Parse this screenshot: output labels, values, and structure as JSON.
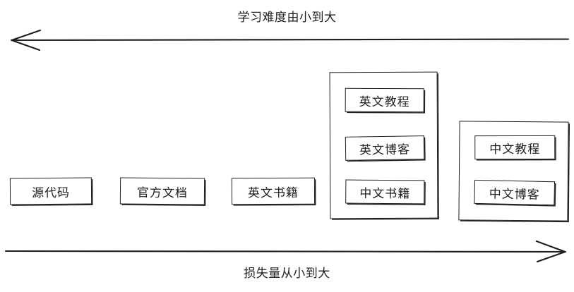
{
  "diagram": {
    "title_top": "学习难度由小到大",
    "title_bottom": "损失量从小到大",
    "axis_top": {
      "label": "学习难度由小到大",
      "direction": "left",
      "arrow_name": "left-arrow"
    },
    "axis_bottom": {
      "label": "损失量从小到大",
      "direction": "right",
      "arrow_name": "right-arrow"
    },
    "colors": {
      "stroke": "#1e1e1e",
      "background": "#ffffff"
    },
    "nodes": [
      {
        "label": "源代码"
      },
      {
        "label": "官方文档"
      },
      {
        "label": "英文书籍"
      }
    ],
    "groups": [
      {
        "name": "group-english-resources",
        "items": [
          {
            "label": "英文教程"
          },
          {
            "label": "英文博客"
          },
          {
            "label": "中文书籍"
          }
        ]
      },
      {
        "name": "group-chinese-resources",
        "items": [
          {
            "label": "中文教程"
          },
          {
            "label": "中文博客"
          }
        ]
      }
    ]
  }
}
